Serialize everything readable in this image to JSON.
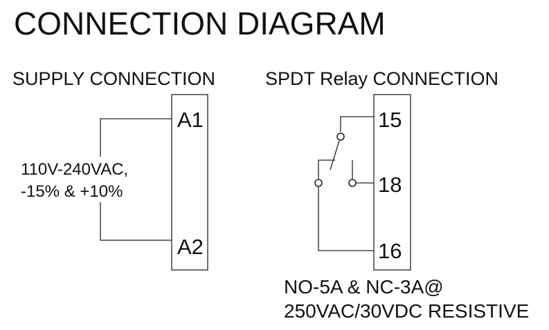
{
  "title": "CONNECTION DIAGRAM",
  "supply": {
    "heading": "SUPPLY CONNECTION",
    "terminal_top": "A1",
    "terminal_bottom": "A2",
    "voltage_line1": "110V-240VAC,",
    "voltage_line2": "-15% & +10%"
  },
  "relay": {
    "heading": "SPDT Relay CONNECTION",
    "terminal_15": "15",
    "terminal_18": "18",
    "terminal_16": "16",
    "rating_line1": "NO-5A & NC-3A@",
    "rating_line2": "250VAC/30VDC RESISTIVE"
  }
}
